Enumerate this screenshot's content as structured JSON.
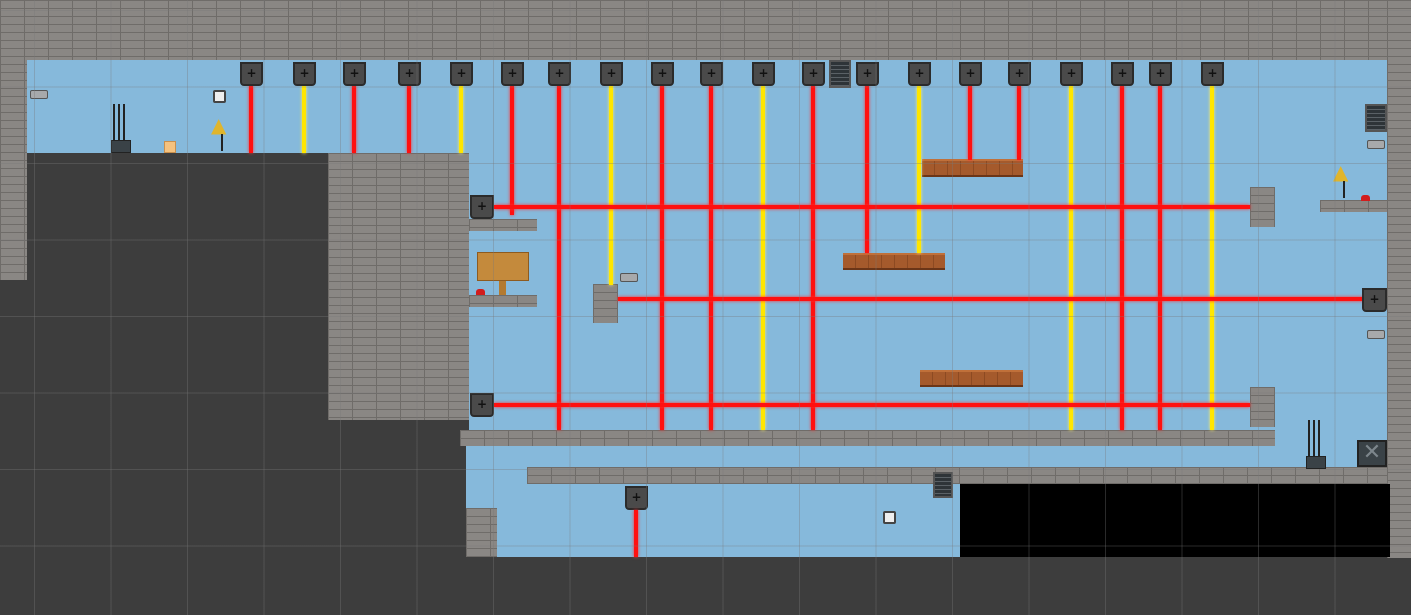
{
  "colors": {
    "sky": "#86b9db",
    "background": "#3d3d3d",
    "brick": "#8a8784",
    "laser_red": "#ff1010",
    "laser_yellow": "#ffe600",
    "wood": "#a55a2c",
    "void": "#000000"
  },
  "lasers": {
    "vertical_types": [
      "red",
      "yellow",
      "red",
      "red",
      "yellow",
      "red",
      "red",
      "yellow",
      "red",
      "red",
      "yellow",
      "red",
      "red",
      "yellow",
      "red",
      "red",
      "yellow",
      "red",
      "red",
      "yellow"
    ],
    "horizontal_types": [
      "red",
      "red",
      "red"
    ]
  }
}
